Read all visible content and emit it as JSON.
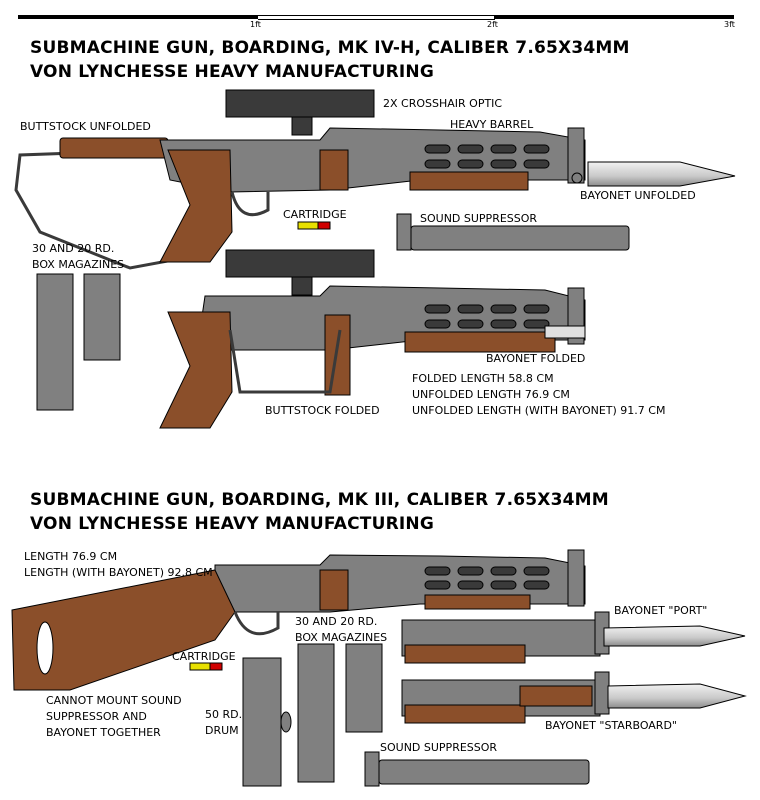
{
  "scale": {
    "ticks": [
      "1ft",
      "2ft",
      "3ft"
    ]
  },
  "section1": {
    "title_line1": "SUBMACHINE GUN, BOARDING, MK IV-H, CALIBER 7.65X34MM",
    "title_line2": "VON LYNCHESSE HEAVY MANUFACTURING",
    "labels": {
      "optic": "2X CROSSHAIR OPTIC",
      "buttstock_unfolded": "BUTTSTOCK UNFOLDED",
      "heavy_barrel": "HEAVY BARREL",
      "bayonet_unfolded": "BAYONET UNFOLDED",
      "cartridge": "CARTRIDGE",
      "suppressor": "SOUND SUPPRESSOR",
      "magazines_1": "30 AND 20 RD.",
      "magazines_2": "BOX MAGAZINES",
      "bayonet_folded": "BAYONET FOLDED",
      "buttstock_folded": "BUTTSTOCK FOLDED",
      "folded_length": "FOLDED LENGTH 58.8 CM",
      "unfolded_length": "UNFOLDED LENGTH 76.9 CM",
      "unfolded_length_bayonet": "UNFOLDED LENGTH (WITH BAYONET) 91.7 CM"
    }
  },
  "section2": {
    "title_line1": "SUBMACHINE GUN, BOARDING, MK III, CALIBER 7.65X34MM",
    "title_line2": "VON LYNCHESSE HEAVY MANUFACTURING",
    "labels": {
      "length": "LENGTH 76.9 CM",
      "length_bayonet": "LENGTH (WITH BAYONET) 92.8 CM",
      "magazines_1": "30 AND 20 RD.",
      "magazines_2": "BOX MAGAZINES",
      "bayonet_port": "BAYONET \"PORT\"",
      "cartridge": "CARTRIDGE",
      "bayonet_starboard": "BAYONET \"STARBOARD\"",
      "note_1": "CANNOT MOUNT SOUND",
      "note_2": "SUPPRESSOR AND",
      "note_3": "BAYONET TOGETHER",
      "drum_1": "50 RD.",
      "drum_2": "DRUM",
      "suppressor": "SOUND SUPPRESSOR"
    }
  },
  "colors": {
    "metal": "#808080",
    "wood": "#8b4f2a",
    "dark": "#3a3a3a"
  }
}
